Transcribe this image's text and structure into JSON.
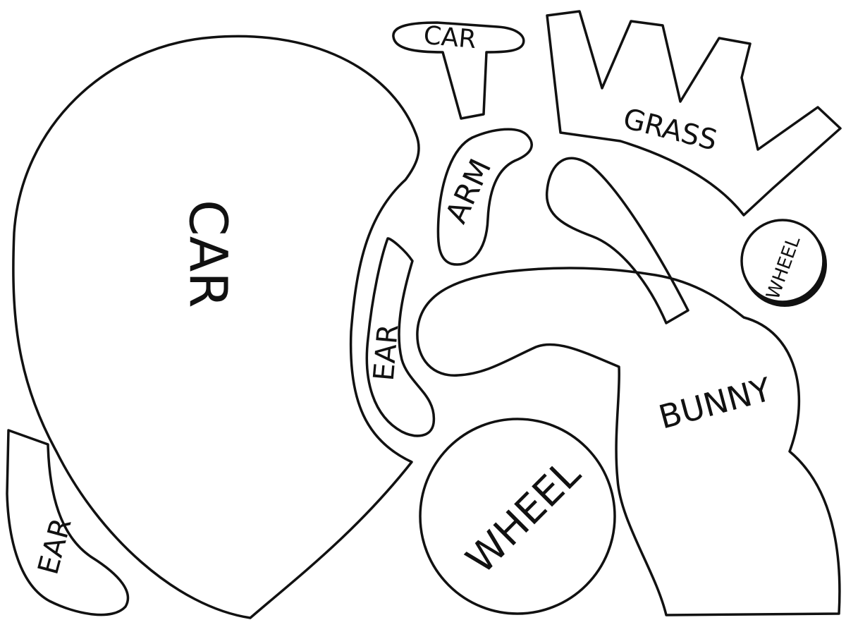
{
  "sheet": {
    "colors": {
      "ink": "#111111",
      "paper": "#ffffff"
    },
    "pieces": [
      {
        "id": "car-body",
        "label": "CAR"
      },
      {
        "id": "car-small",
        "label": "CAR"
      },
      {
        "id": "grass",
        "label": "GRASS"
      },
      {
        "id": "arm",
        "label": "ARM"
      },
      {
        "id": "ear-middle",
        "label": "EAR"
      },
      {
        "id": "ear-left",
        "label": "EAR"
      },
      {
        "id": "wheel-small",
        "label": "WHEEL"
      },
      {
        "id": "wheel-large",
        "label": "WHEEL"
      },
      {
        "id": "bunny",
        "label": "BUNNY"
      }
    ]
  }
}
